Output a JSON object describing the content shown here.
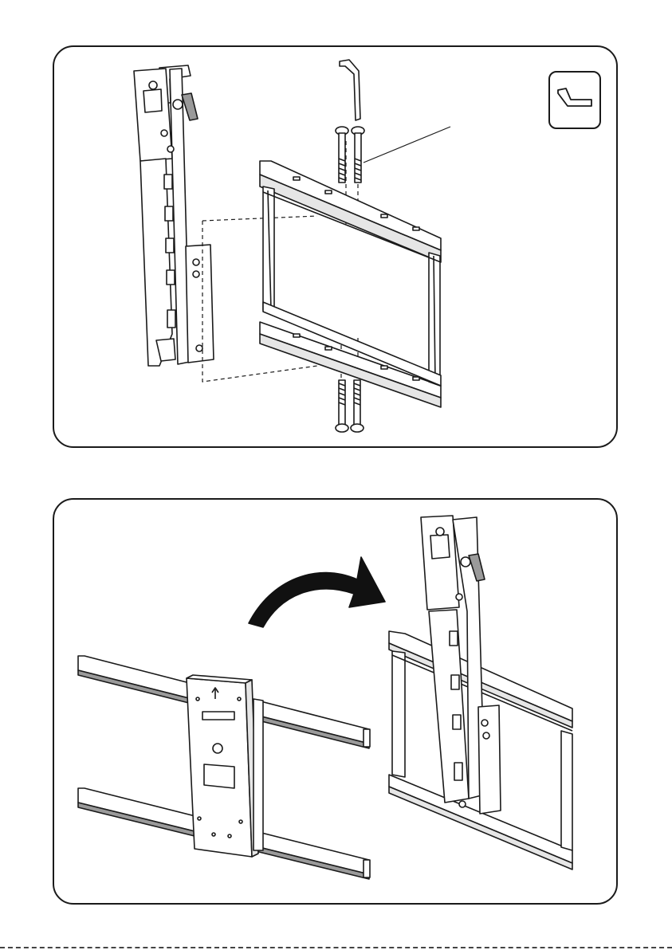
{
  "steps": [
    {
      "tool": "hex-key",
      "parts": [
        "vertical-bracket",
        "tv-mounting-frame",
        "long-bolts",
        "hex-key"
      ]
    },
    {
      "action": "rotate-onto-frame",
      "parts": [
        "tv-adapter-plate-with-rails",
        "assembled-bracket"
      ]
    }
  ],
  "colors": {
    "stroke": "#1a1a1a",
    "fill": "#ffffff",
    "shade": "#9a9a9a",
    "arrow": "#111111"
  },
  "icons": [
    "hex-key-icon",
    "curved-arrow-icon",
    "screw-icon"
  ]
}
